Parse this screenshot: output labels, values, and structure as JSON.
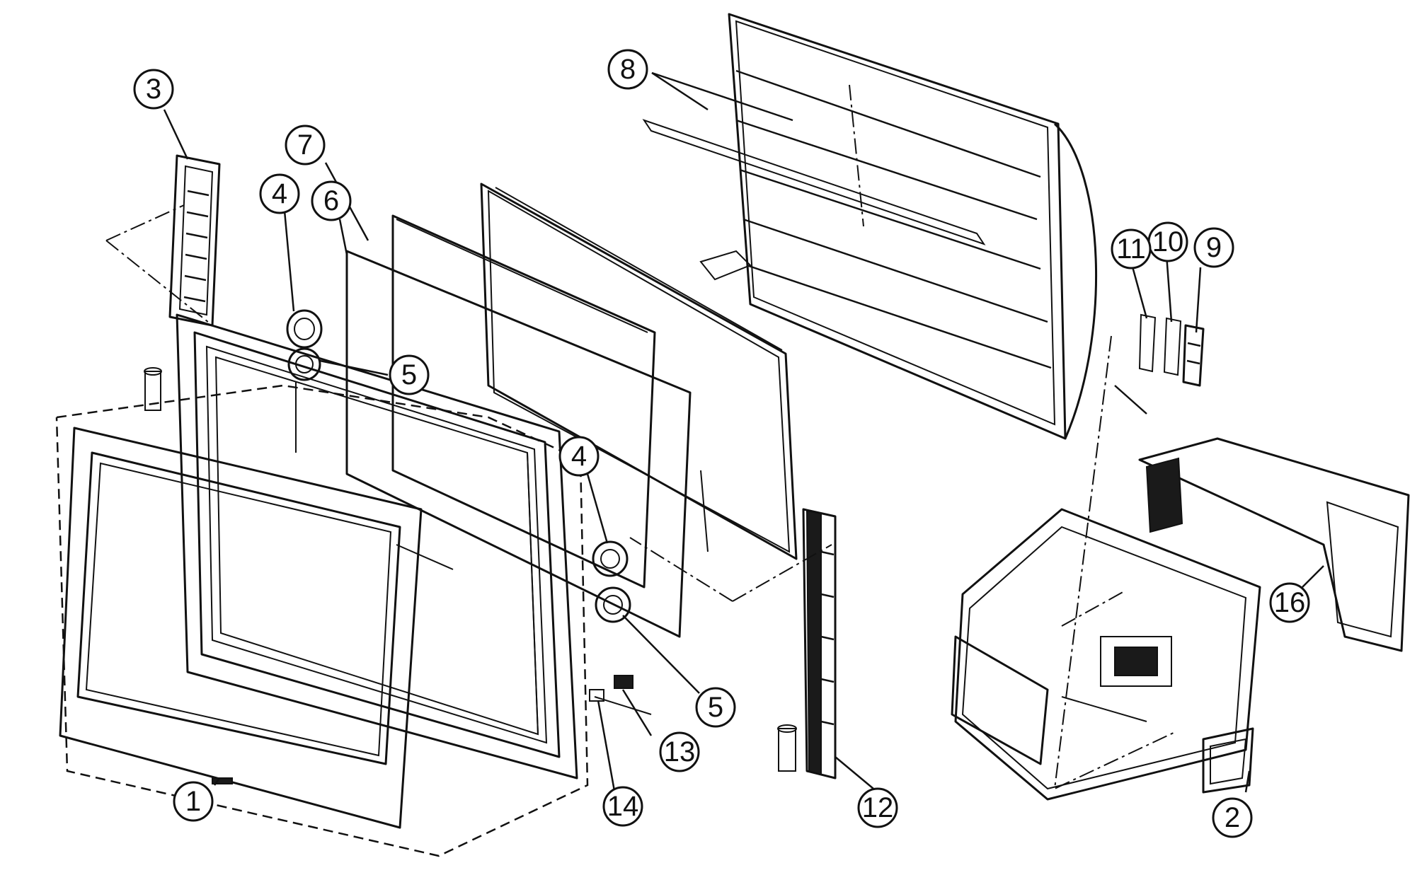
{
  "callouts": [
    {
      "id": "c1",
      "label": "1"
    },
    {
      "id": "c2",
      "label": "2"
    },
    {
      "id": "c3",
      "label": "3"
    },
    {
      "id": "c4a",
      "label": "4"
    },
    {
      "id": "c4b",
      "label": "4"
    },
    {
      "id": "c5a",
      "label": "5"
    },
    {
      "id": "c5b",
      "label": "5"
    },
    {
      "id": "c6",
      "label": "6"
    },
    {
      "id": "c7",
      "label": "7"
    },
    {
      "id": "c8",
      "label": "8"
    },
    {
      "id": "c9",
      "label": "9"
    },
    {
      "id": "c10",
      "label": "10"
    },
    {
      "id": "c11",
      "label": "11"
    },
    {
      "id": "c12",
      "label": "12"
    },
    {
      "id": "c13",
      "label": "13"
    },
    {
      "id": "c14",
      "label": "14"
    },
    {
      "id": "c16",
      "label": "16"
    }
  ]
}
